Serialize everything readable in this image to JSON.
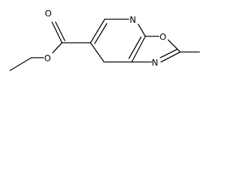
{
  "structure": {
    "atoms": {
      "ester_carbonyl_oxygen": "O",
      "ester_ether_oxygen": "O",
      "pyridine_nitrogen": "N",
      "oxazole_oxygen": "O",
      "oxazole_nitrogen": "N"
    }
  },
  "colors": {
    "bond": "#000000",
    "label": "#000000",
    "background": "#ffffff"
  }
}
